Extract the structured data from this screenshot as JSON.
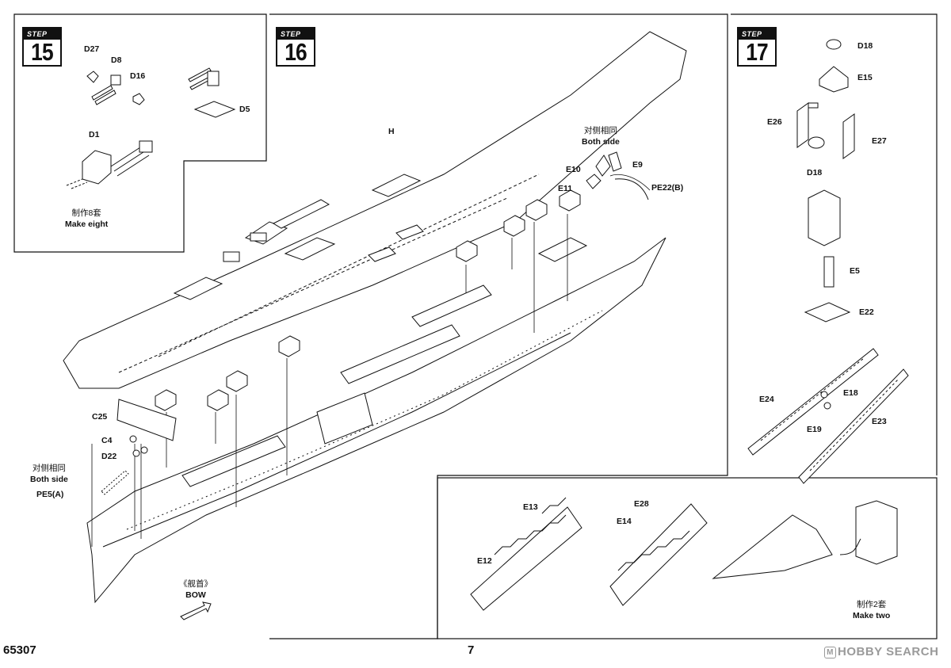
{
  "footer": {
    "code": "65307",
    "page": "7"
  },
  "watermark": {
    "text": "HOBBY SEARCH",
    "logo": "M"
  },
  "step15": {
    "step_word": "STEP",
    "number": "15",
    "parts": {
      "d27": "D27",
      "d8": "D8",
      "d16": "D16",
      "d5": "D5",
      "d1": "D1"
    },
    "note_cn": "制作8套",
    "note_en": "Make eight"
  },
  "step16": {
    "step_word": "STEP",
    "number": "16",
    "parts": {
      "h": "H",
      "e10": "E10",
      "e9": "E9",
      "e11": "E11",
      "pe22": "PE22(B)",
      "c25": "C25",
      "c4": "C4",
      "d22": "D22",
      "pe5": "PE5(A)"
    },
    "both_side_top_cn": "对侧相同",
    "both_side_top_en": "Both side",
    "both_side_left_cn": "对侧相同",
    "both_side_left_en": "Both side",
    "bow_cn": "《舰首》",
    "bow_en": "BOW"
  },
  "step17": {
    "step_word": "STEP",
    "number": "17",
    "parts": {
      "d18a": "D18",
      "e15": "E15",
      "e26": "E26",
      "e27": "E27",
      "d18b": "D18",
      "e5": "E5",
      "e22": "E22",
      "e24": "E24",
      "e18": "E18",
      "e23": "E23",
      "e19": "E19",
      "e13": "E13",
      "e28": "E28",
      "e14": "E14",
      "e12": "E12"
    },
    "note_cn": "制作2套",
    "note_en": "Make two"
  }
}
